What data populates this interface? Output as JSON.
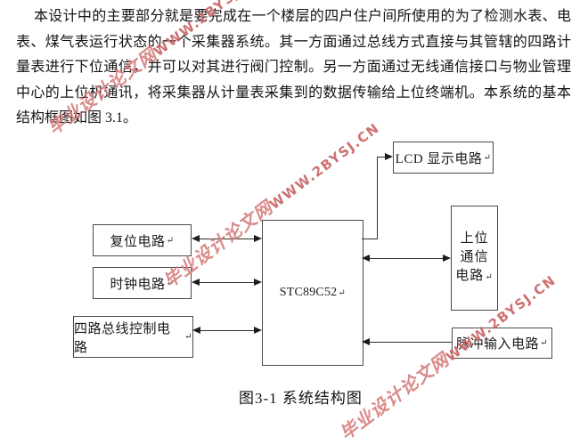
{
  "document": {
    "paragraph": "本设计中的主要部分就是要完成在一个楼层的四户住户间所使用的为了检测水表、电表、煤气表运行状态的一个采集器系统。其一方面通过总线方式直接与其管辖的四路计量表进行下位通信，并可以对其进行阀门控制。另一方面通过无线通信接口与物业管理中心的上位机通讯，将采集器从计量表采集到的数据传输给上位终端机。本系统的基本结构框图如图 3.1。",
    "caption": "图3-1 系统结构图"
  },
  "watermark": {
    "cjk_text": "毕业设计论文网",
    "latin_text": "WWW.2BYSJ.CN",
    "color": "#cb6969"
  },
  "diagram": {
    "return_mark": "↵",
    "boxes": {
      "reset": {
        "label": "复位电路"
      },
      "clock": {
        "label": "时钟电路"
      },
      "bus": {
        "label": "四路总线控制电路"
      },
      "mcu": {
        "label": "STC89C52"
      },
      "lcd": {
        "label": "LCD 显示电路"
      },
      "comm": {
        "lines": [
          "上位",
          "通信",
          "电路"
        ]
      },
      "pulse": {
        "label": "脉冲输入电路"
      }
    }
  }
}
